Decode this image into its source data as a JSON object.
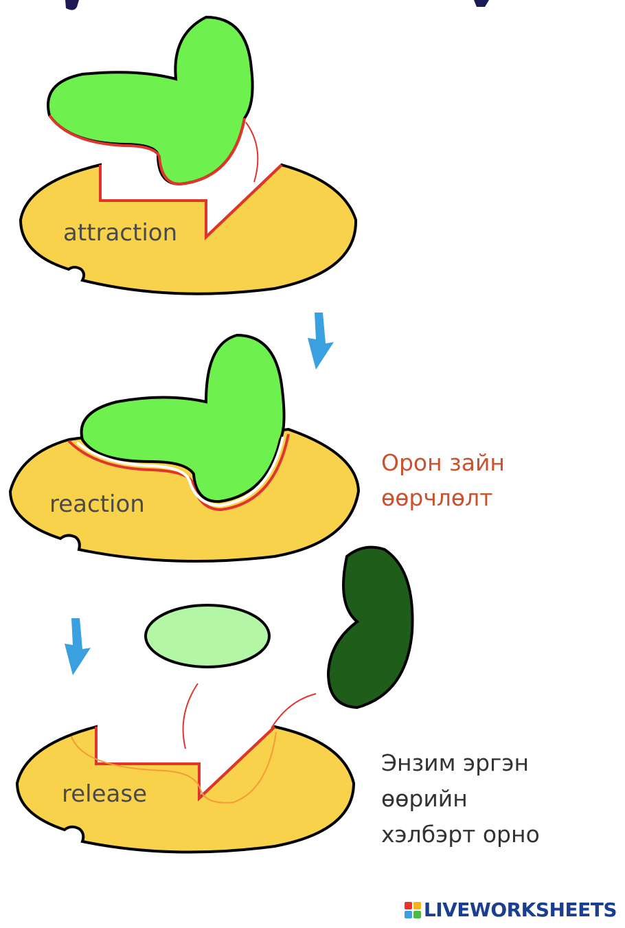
{
  "stages": [
    {
      "label": "attraction"
    },
    {
      "label": "reaction"
    },
    {
      "label": "release"
    }
  ],
  "notes": {
    "reaction_lines": [
      "Орон зайн",
      "өөрчлөлт"
    ],
    "release_lines": [
      "Энзим эргэн",
      "өөрийн",
      "хэлбэрт орно"
    ]
  },
  "watermark": "LIVEWORKSHEETS",
  "colors": {
    "enzyme": "#f8d24a",
    "substrate": "#6ef04e",
    "product_light": "#b3f7a6",
    "product_dark": "#1f5e1a",
    "edge_red": "#e0352a",
    "arrow_blue": "#3aa0e0",
    "brand": "#1a3f8f"
  }
}
